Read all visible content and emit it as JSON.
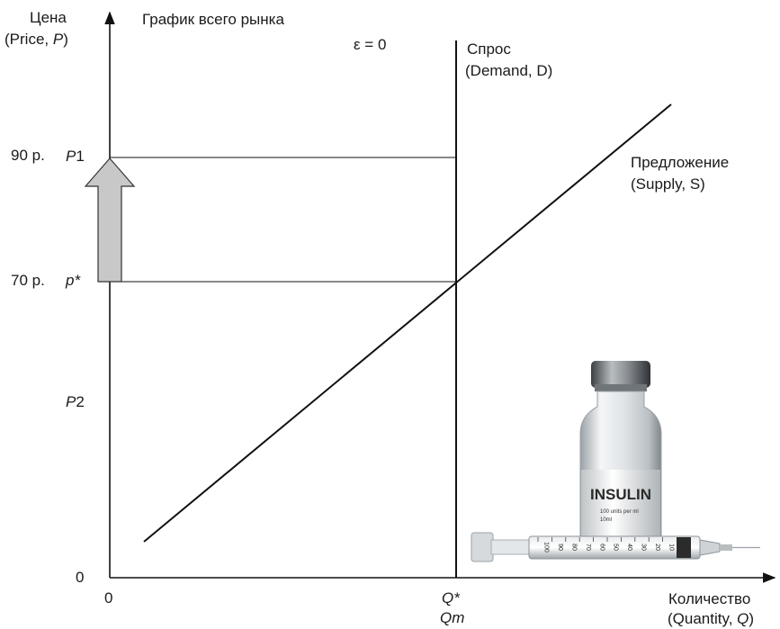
{
  "chart_data": {
    "type": "line",
    "title": "График всего рынка",
    "annotation": "ε = 0",
    "y_axis": {
      "label_ru": "Цена",
      "label_en": "(Price, ",
      "label_sym": "P",
      "label_close": ")"
    },
    "x_axis": {
      "label_ru": "Количество",
      "label_en": "(Quantity, ",
      "label_sym": "Q",
      "label_close": ")"
    },
    "origin_x": "0",
    "origin_y": "0",
    "price_levels": [
      {
        "value": 90,
        "label": "90 р.",
        "symbol": "P",
        "index": "1"
      },
      {
        "value": 70,
        "label": "70 р.",
        "symbol": "p*",
        "index": ""
      },
      {
        "value": null,
        "label": "",
        "symbol": "P",
        "index": "2"
      }
    ],
    "quantity_marks": [
      {
        "label": "Q*"
      },
      {
        "label": "Qm"
      }
    ],
    "series": [
      {
        "name": "Спрос",
        "name_en": "(Demand, D)",
        "kind": "vertical"
      },
      {
        "name": "Предложение",
        "name_en": "(Supply, S)",
        "kind": "upward-sloping"
      }
    ]
  },
  "image": {
    "brand": "INSULIN",
    "dose": "100 units per ml",
    "volume": "10ml",
    "syringe_scale": [
      "100",
      "90",
      "80",
      "70",
      "60",
      "50",
      "40",
      "30",
      "20",
      "10"
    ]
  },
  "colors": {
    "line": "#111111",
    "arrow_fill": "#c8c8c8",
    "arrow_stroke": "#333333"
  }
}
